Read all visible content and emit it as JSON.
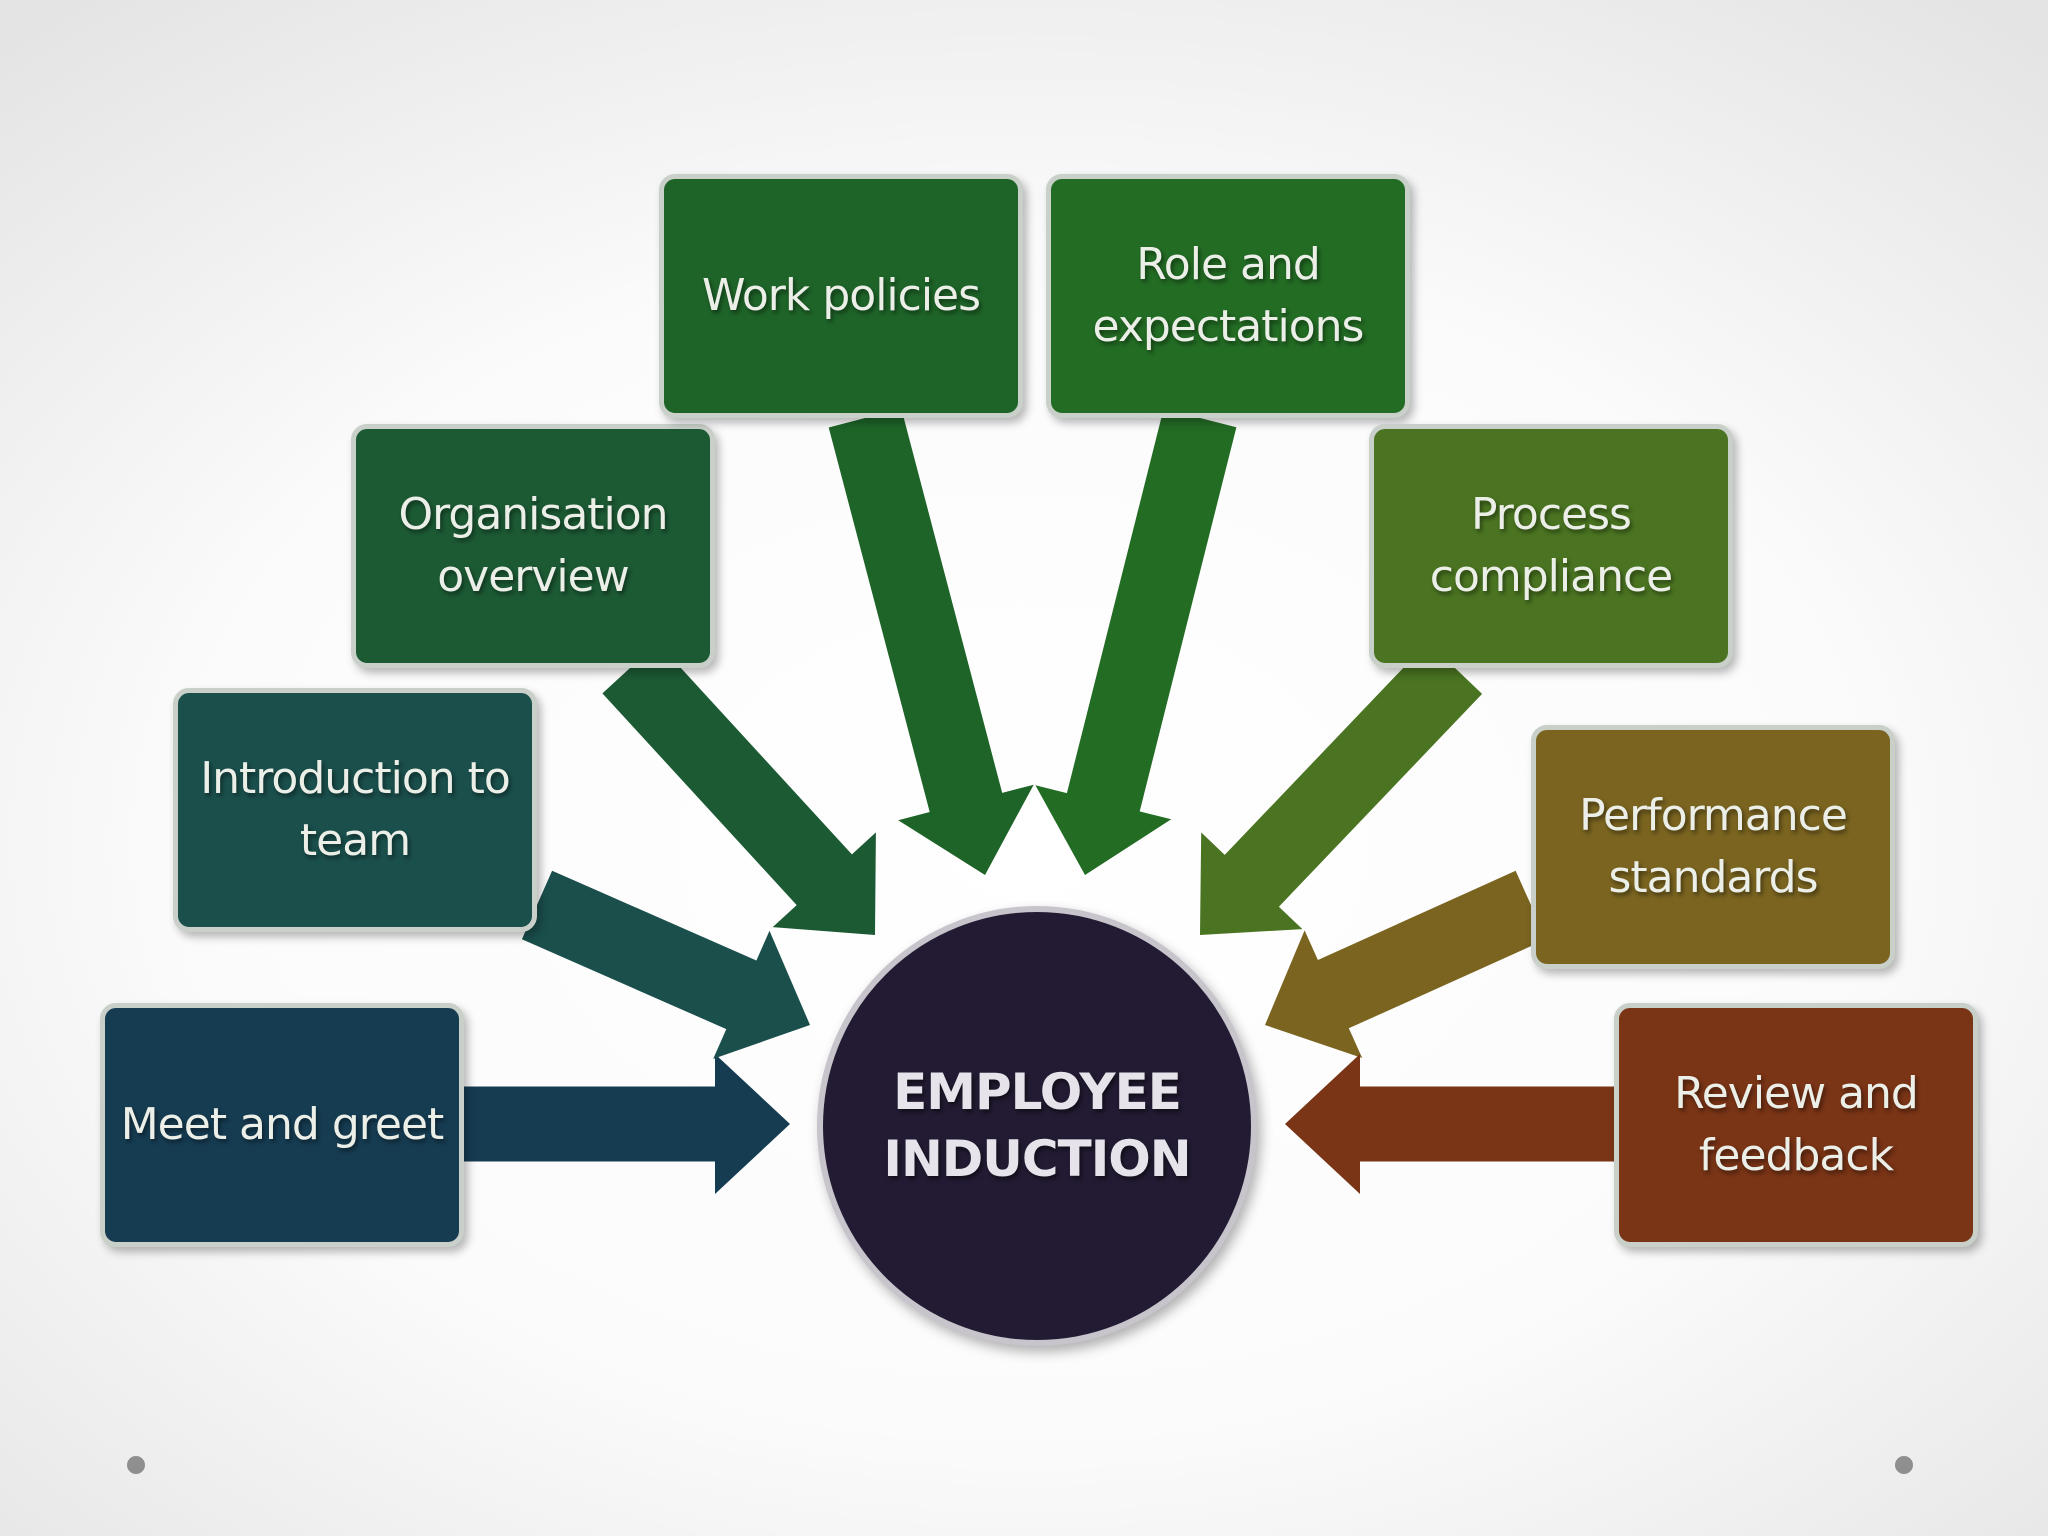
{
  "diagram": {
    "center": {
      "label": "EMPLOYEE\nINDUCTION",
      "color": "#231b33"
    },
    "items": [
      {
        "label": "Meet and greet",
        "color": "#163c52"
      },
      {
        "label": "Introduction to\nteam",
        "color": "#1a4f4c"
      },
      {
        "label": "Organisation\noverview",
        "color": "#1c5a34"
      },
      {
        "label": "Work policies",
        "color": "#1e6428"
      },
      {
        "label": "Role and\nexpectations",
        "color": "#236c24"
      },
      {
        "label": "Process\ncompliance",
        "color": "#4a7421"
      },
      {
        "label": "Performance\nstandards",
        "color": "#7a6420"
      },
      {
        "label": "Review and\nfeedback",
        "color": "#7a3416"
      }
    ]
  }
}
